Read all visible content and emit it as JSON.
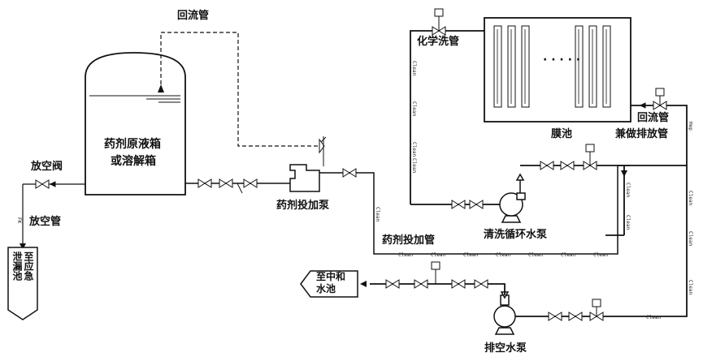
{
  "labels": {
    "return_pipe_top": "回流管",
    "tank_line1": "药剂原液箱",
    "tank_line2": "或溶解箱",
    "vent_valve": "放空阀",
    "vent_pipe": "放空管",
    "emergency_pool": "至应急\n泄漏池",
    "dosing_pump": "药剂投加泵",
    "dosing_pipe": "药剂投加管",
    "chem_wash_pipe": "化学洗管",
    "membrane_tank": "膜池",
    "return_pipe_right": "回流管",
    "drain_pipe_right": "兼做排放管",
    "cleaning_pump": "清洗循环水泵",
    "neutral_pool": "至中和\n水池",
    "drain_pump": "排空水泵",
    "dots": "· · · · ·"
  },
  "pipe_tags": {
    "clean": "Clean",
    "vent_tag": "FK"
  },
  "colors": {
    "line": "#111111",
    "fill": "#ffffff"
  }
}
